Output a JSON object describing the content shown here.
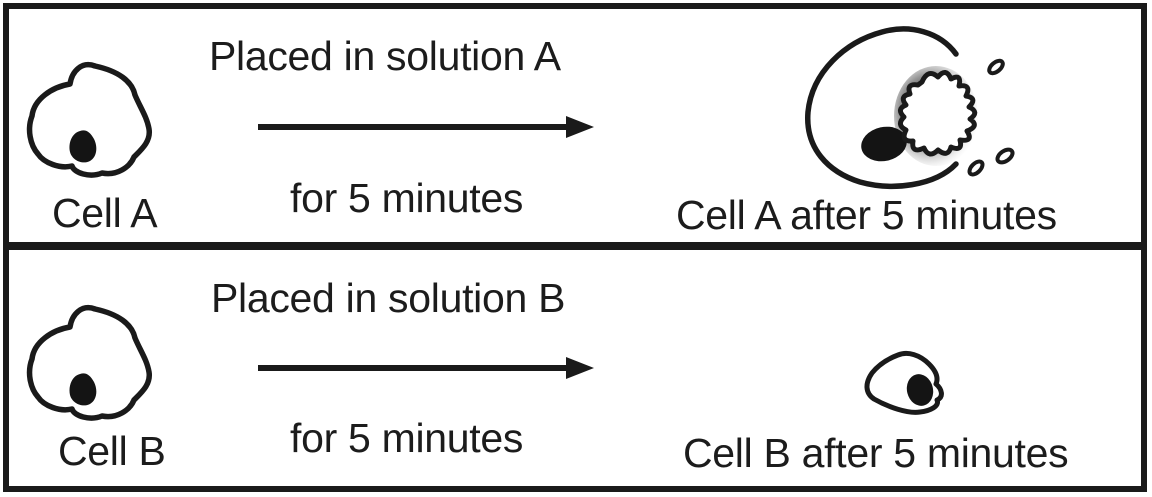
{
  "figure": {
    "description_colors": {
      "ink": "#1a1a1a",
      "background": "#ffffff"
    },
    "panels": [
      {
        "id": "A",
        "start_cell_label": "Cell A",
        "action_line1": "Placed in solution A",
        "action_line2": "for 5 minutes",
        "result_label": "Cell A after 5 minutes",
        "result_state": "swollen-burst-cell"
      },
      {
        "id": "B",
        "start_cell_label": "Cell B",
        "action_line1": "Placed in solution B",
        "action_line2": "for 5 minutes",
        "result_label": "Cell B after 5 minutes",
        "result_state": "shrunken-cell"
      }
    ]
  }
}
